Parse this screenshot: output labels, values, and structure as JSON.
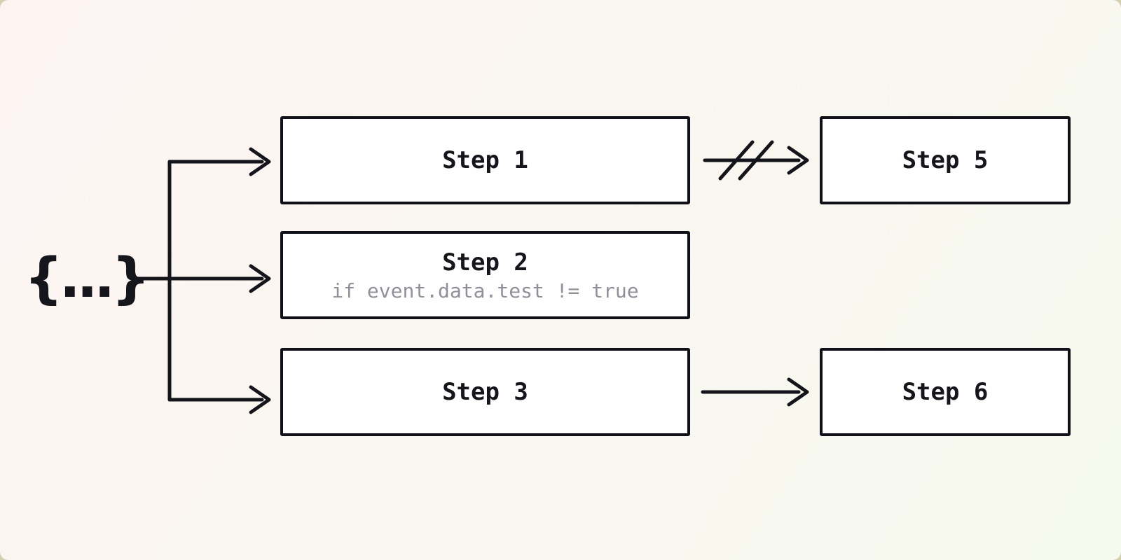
{
  "colors": {
    "stroke": "#14141b",
    "node_border": "#101018",
    "node_bg": "#ffffff",
    "label": "#15151c",
    "condition": "#90909a",
    "bg_top_left": "#fdf4f2",
    "bg_bottom_right": "#f5f9ee",
    "outer_bg": "#d5cfb2"
  },
  "diagram": {
    "trigger": {
      "label": "{...}"
    },
    "nodes": [
      {
        "id": "step1",
        "label": "Step 1"
      },
      {
        "id": "step2",
        "label": "Step 2",
        "condition": "if event.data.test != true"
      },
      {
        "id": "step3",
        "label": "Step 3"
      },
      {
        "id": "step5",
        "label": "Step 5"
      },
      {
        "id": "step6",
        "label": "Step 6"
      }
    ],
    "edges": [
      {
        "from": "trigger",
        "to": "step1",
        "style": "arrow"
      },
      {
        "from": "trigger",
        "to": "step2",
        "style": "arrow"
      },
      {
        "from": "trigger",
        "to": "step3",
        "style": "arrow"
      },
      {
        "from": "step1",
        "to": "step5",
        "style": "cancelled-arrow"
      },
      {
        "from": "step3",
        "to": "step6",
        "style": "arrow"
      }
    ]
  }
}
